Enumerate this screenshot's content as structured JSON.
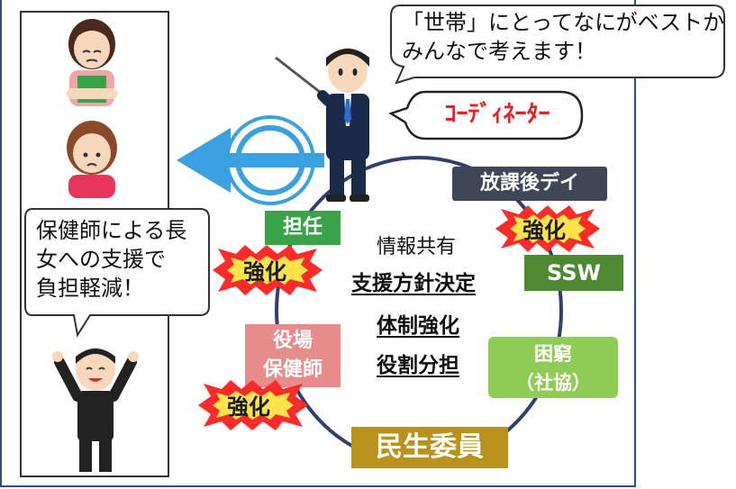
{
  "speech_top": {
    "line1": "「世帯」にとってなにがベストか",
    "line2": "みんなで考えます！"
  },
  "coordinator_label": "ｺｰﾃﾞｨﾈｰﾀｰ",
  "left_speech": {
    "line1": "保健師による長",
    "line2": "女への支援で",
    "line3": "負担軽減！"
  },
  "center": {
    "info_share": "情報共有",
    "policy": "支援方針決定",
    "structure": "体制強化",
    "roles": "役割分担"
  },
  "nodes": {
    "afterschool": {
      "label": "放課後デイ",
      "color": "#3f4756"
    },
    "ssw": {
      "label": "SSW",
      "color": "#4f8a33"
    },
    "poverty": {
      "line1": "困窮",
      "line2": "（社協）",
      "color": "#8fcc55"
    },
    "welfare": {
      "label": "民生委員",
      "color": "#b8921b"
    },
    "health": {
      "line1": "役場",
      "line2": "保健師",
      "color": "#e88b8b"
    },
    "teacher": {
      "label": "担任",
      "color": "#3aa34a"
    }
  },
  "strengthen_label": "強化",
  "colors": {
    "frame": "#2f4f84",
    "circle": "#2f3f6e",
    "arrow": "#3aa0e0",
    "burst": "#ff2a2a",
    "burst_text": "#1a1a1a"
  }
}
